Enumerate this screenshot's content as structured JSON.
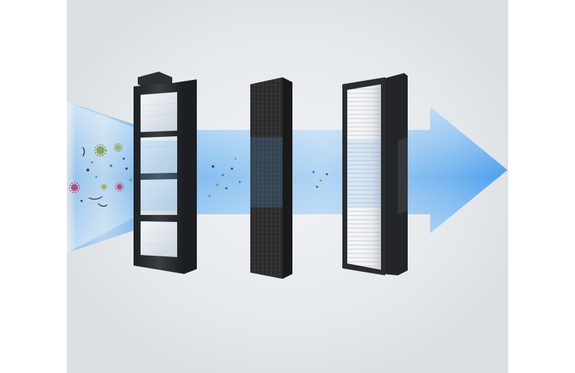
{
  "scene": {
    "description_icons": [
      "airflow-arrow-icon",
      "dust-particle-icon",
      "pollen-icon",
      "bacteria-icon"
    ],
    "colors": {
      "background_inner": "#e9ecef",
      "background_outer": "#ffffff",
      "airflow_blue": "#5aa8ec",
      "filter_frame": "#2a2c30",
      "foam": "#2b2b2b",
      "hepa_pleat": "#f2f3f5"
    },
    "stages": [
      {
        "name": "primary-mesh-filter"
      },
      {
        "name": "sponge-foam-filter"
      },
      {
        "name": "hepa-filter"
      }
    ]
  }
}
